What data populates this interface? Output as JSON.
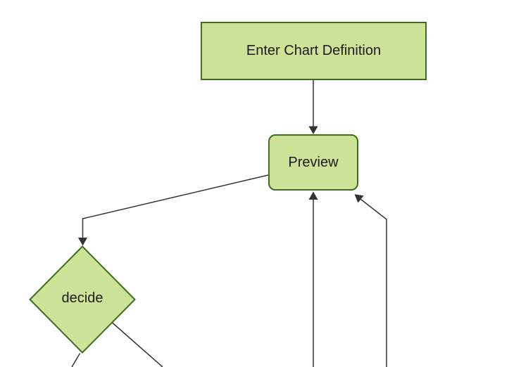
{
  "diagram": {
    "nodes": [
      {
        "id": "enter-chart-definition",
        "label": "Enter Chart Definition",
        "shape": "rectangle"
      },
      {
        "id": "preview",
        "label": "Preview",
        "shape": "rounded-rectangle"
      },
      {
        "id": "decide",
        "label": "decide",
        "shape": "diamond"
      }
    ],
    "edges": [
      {
        "from": "enter-chart-definition",
        "to": "preview",
        "arrow": true
      },
      {
        "from": "preview",
        "to": "decide",
        "arrow": true
      },
      {
        "from": "offscreen-bottom-center",
        "to": "preview",
        "arrow": true
      },
      {
        "from": "offscreen-bottom-right",
        "to": "preview",
        "arrow": true
      },
      {
        "from": "decide",
        "to": "offscreen-bottom-left",
        "arrow": false
      },
      {
        "from": "decide",
        "to": "offscreen-bottom-right",
        "arrow": false
      }
    ],
    "colors": {
      "node_fill": "#cde498",
      "node_border": "#3d6d1f",
      "edge_line": "#333333",
      "label_text": "#1a1a1a",
      "background": "#ffffff"
    }
  }
}
